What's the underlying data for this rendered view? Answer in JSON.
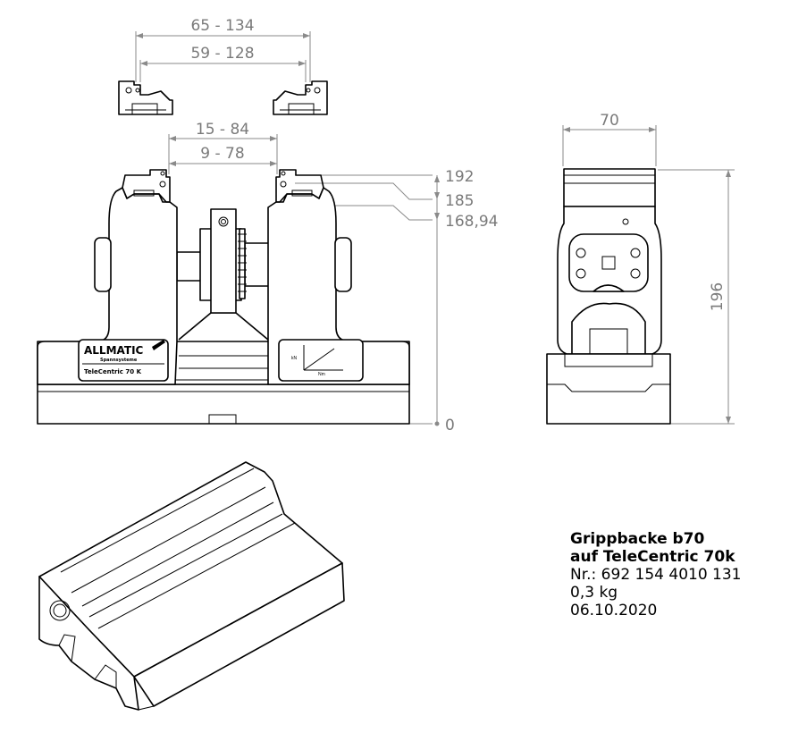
{
  "dimensions": {
    "jaw_outer": "65 - 134",
    "jaw_inner": "59 - 128",
    "mount_outer": "15 - 84",
    "mount_inner": "9 - 78",
    "height_192": "192",
    "height_185": "185",
    "height_168": "168,94",
    "height_0": "0",
    "side_width": "70",
    "side_height": "196"
  },
  "logo": {
    "brand": "ALLMATIC",
    "sub": "Spannsysteme",
    "model": "TeleCentric 70 K",
    "plate_y": "kN",
    "plate_x": "Nm"
  },
  "info": {
    "title": "Grippbacke b70",
    "subtitle": "auf TeleCentric 70k",
    "number": "Nr.: 692 154 4010 131",
    "weight": "0,3 kg",
    "date": "06.10.2020"
  },
  "colors": {
    "line": "#000000",
    "dimension": "#8a8a8a",
    "dimension_text": "#7a7a7a"
  }
}
